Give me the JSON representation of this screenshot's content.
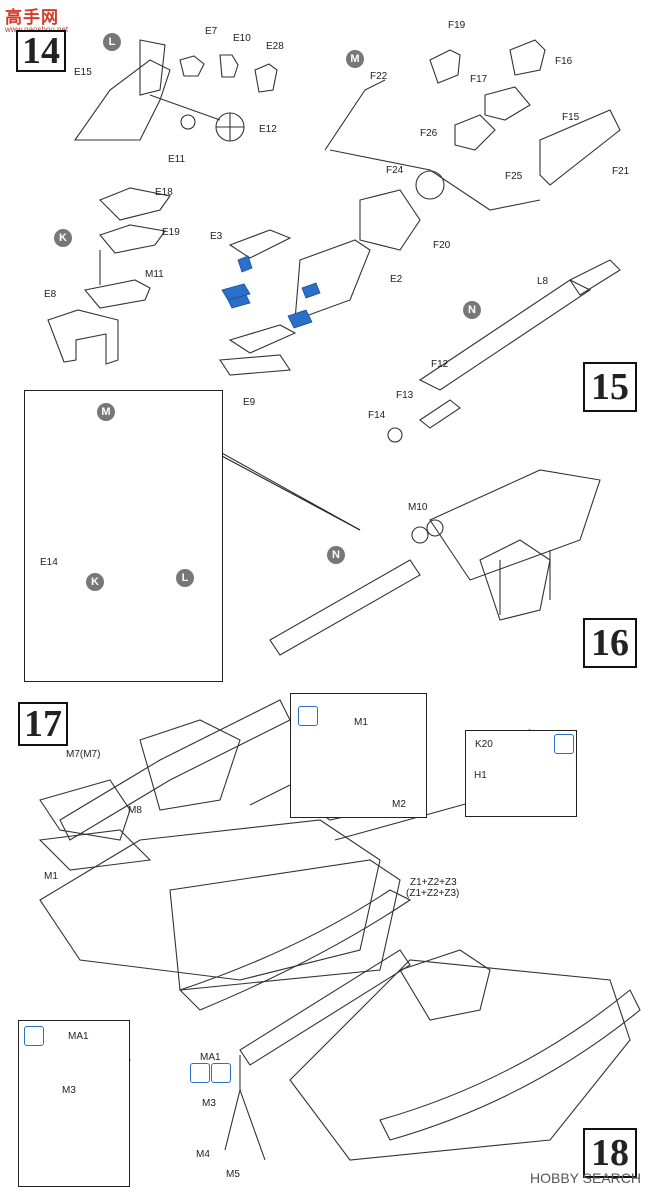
{
  "watermark": {
    "site_title": "高手网",
    "site_url": "www.gaoshou.net"
  },
  "footer": {
    "brand": "HOBBY SEARCH"
  },
  "steps": [
    "14",
    "15",
    "16",
    "17",
    "18"
  ],
  "callouts": {
    "L": "L",
    "M": "M",
    "K": "K",
    "N": "N"
  },
  "parts": {
    "E7": "E7",
    "E10": "E10",
    "E28": "E28",
    "E15": "E15",
    "E12": "E12",
    "E11": "E11",
    "E18": "E18",
    "E19": "E19",
    "M11": "M11",
    "E8": "E8",
    "E3": "E3",
    "E2": "E2",
    "E9": "E9",
    "F19": "F19",
    "F16": "F16",
    "F22": "F22",
    "F17": "F17",
    "F26": "F26",
    "F15": "F15",
    "F21": "F21",
    "F24": "F24",
    "F25": "F25",
    "F20": "F20",
    "L8": "L8",
    "F12": "F12",
    "F13": "F13",
    "F14": "F14",
    "E14": "E14",
    "M10": "M10",
    "M7": "M7(M7)",
    "M8": "M8",
    "M1": "M1",
    "M1b": "M1",
    "M2": "M2",
    "K20": "K20",
    "H1": "H1",
    "Z1": "Z1+Z2+Z3",
    "Z1b": "(Z1+Z2+Z3)",
    "MA1": "MA1",
    "MA1b": "MA1",
    "M3": "M3",
    "M3b": "M3",
    "M4": "M4",
    "M5": "M5"
  },
  "colors": {
    "accent_blue": "#2a6fc8",
    "ink": "#222222",
    "watermark_red": "#d43a2a",
    "step_circle": "#777777"
  }
}
